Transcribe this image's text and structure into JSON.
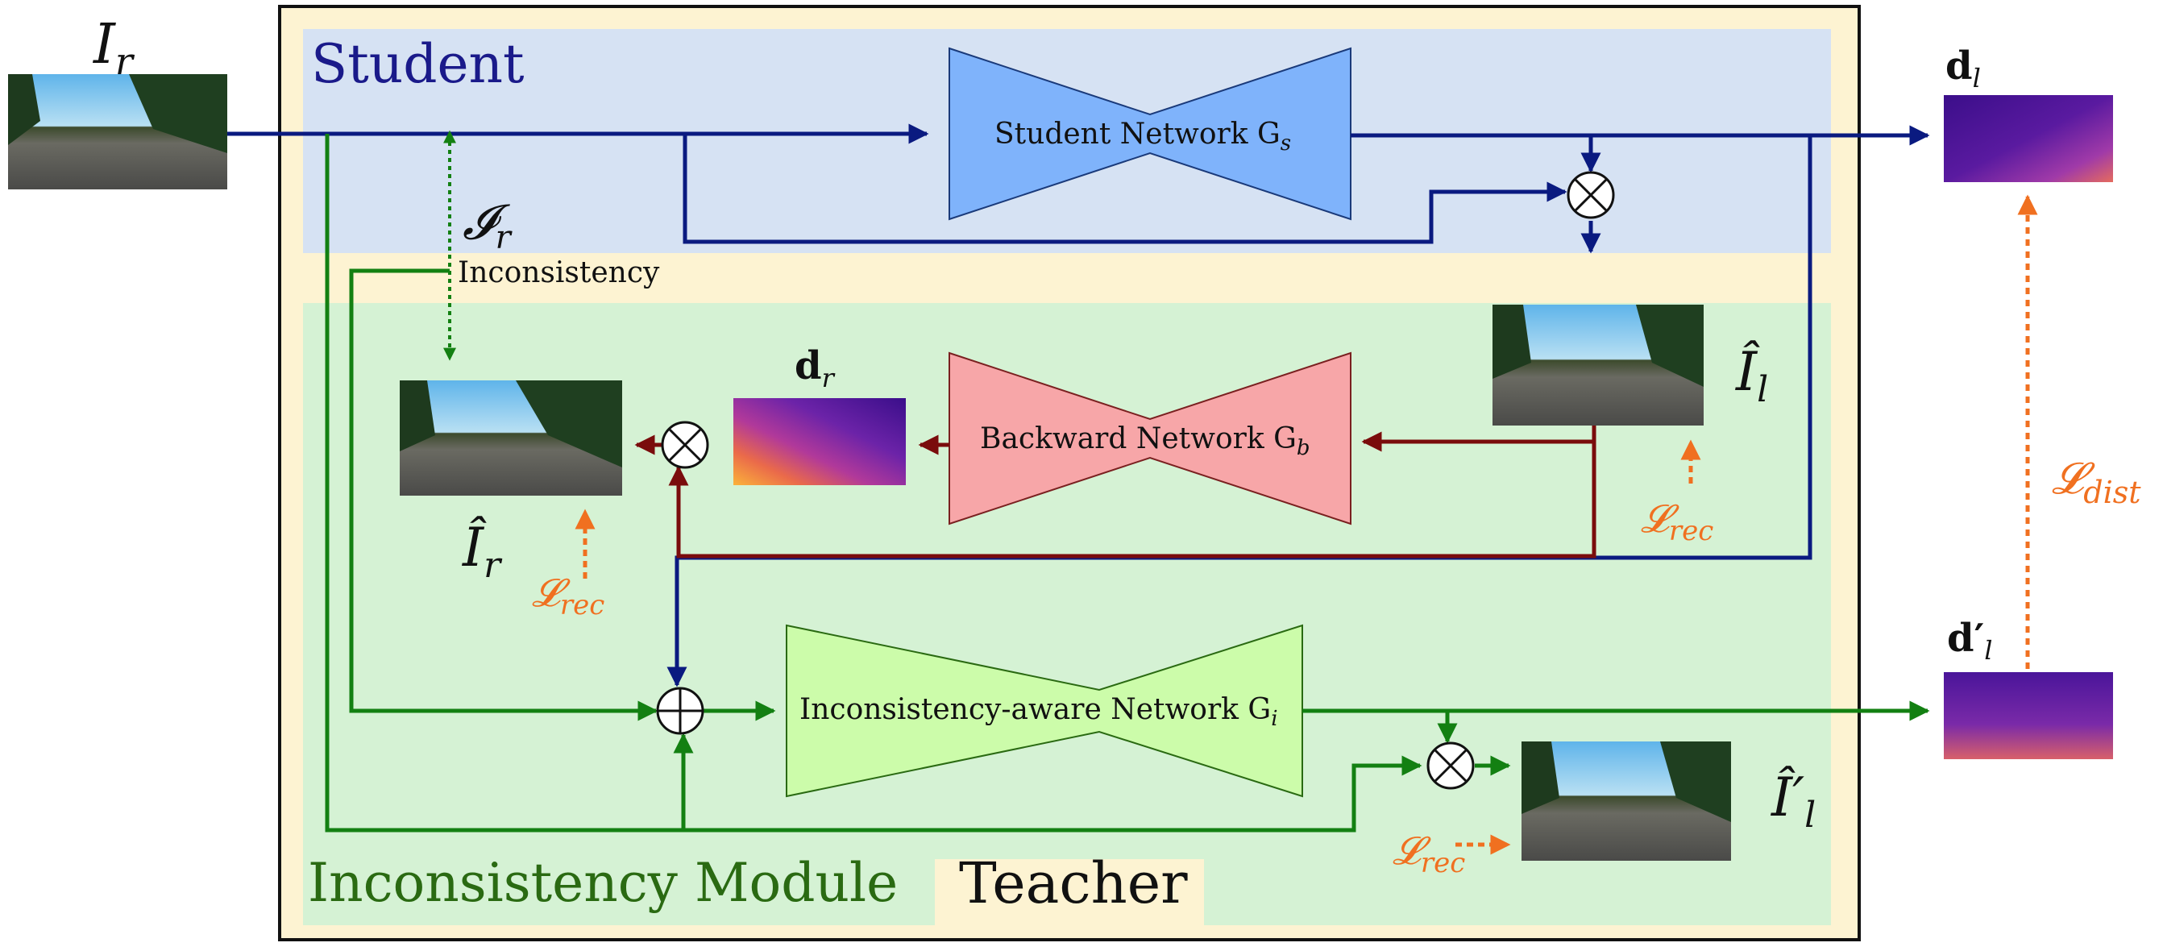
{
  "labels": {
    "input_image": "I",
    "input_image_sub": "r",
    "student_title": "Student",
    "inconsistency_module_title": "Inconsistency Module",
    "teacher_title": "Teacher",
    "inconsistency_symbol": "𝓘",
    "inconsistency_symbol_sub": "r",
    "inconsistency_text": "Inconsistency",
    "student_network": "Student Network G",
    "student_network_sub": "s",
    "backward_network": "Backward Network G",
    "backward_network_sub": "b",
    "inconsistency_network": "Inconsistency-aware Network G",
    "inconsistency_network_sub": "i",
    "d_l": "d",
    "d_l_sub": "l",
    "d_l_prime": "d′",
    "d_l_prime_sub": "l",
    "d_r": "d",
    "d_r_sub": "r",
    "I_hat_l": "Î",
    "I_hat_l_sub": "l",
    "I_hat_r": "Î",
    "I_hat_r_sub": "r",
    "I_hat_l_prime": "Î′",
    "I_hat_l_prime_sub": "l",
    "loss_rec": "𝓛",
    "loss_rec_sub": "rec",
    "loss_dist": "𝓛",
    "loss_dist_sub": "dist",
    "multiply_symbol": "⊗",
    "add_symbol": "⊕"
  },
  "colors": {
    "student_bg": "#d6e2f3",
    "teacher_bg": "#fdf3d2",
    "module_bg": "#d5f2d4",
    "blue_line": "#0a1a80",
    "green_line": "#138012",
    "red_line": "#7a0c0c",
    "orange": "#f07020",
    "student_net": "#7fb3fb",
    "backward_net": "#f7a6a8",
    "inconsistency_net": "#ccfcaa",
    "student_text": "#1a1a8a",
    "module_text": "#2a6a12"
  }
}
